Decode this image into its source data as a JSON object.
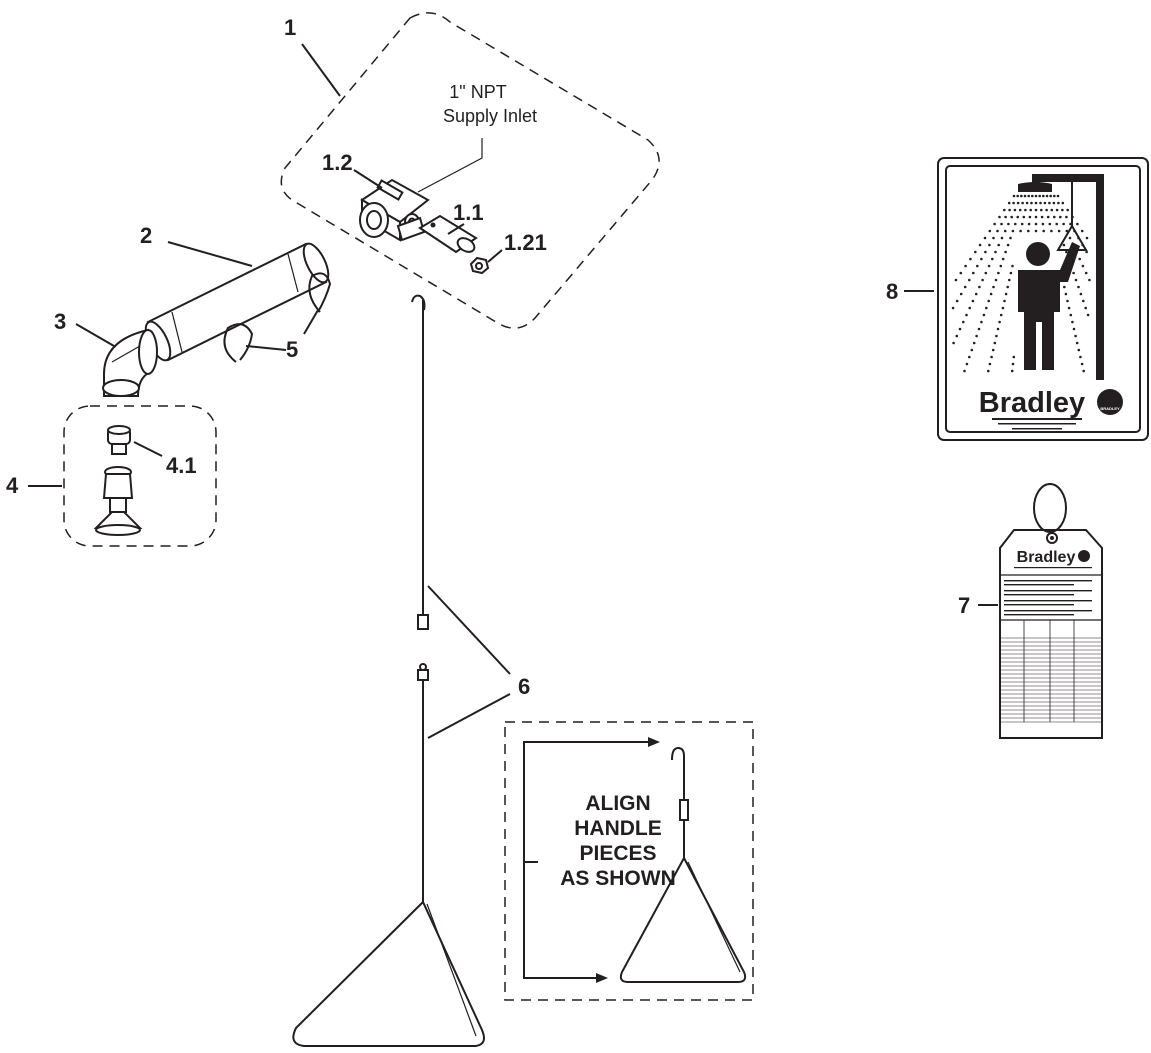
{
  "callouts": {
    "c1": "1",
    "c1_2": "1.2",
    "c1_1": "1.1",
    "c1_21": "1.21",
    "c2": "2",
    "c3": "3",
    "c4": "4",
    "c4_1": "4.1",
    "c5": "5",
    "c6": "6",
    "c7": "7",
    "c8": "8"
  },
  "inlet": {
    "line1": "1\" NPT",
    "line2": "Supply Inlet"
  },
  "align_note": [
    "ALIGN",
    "HANDLE",
    "PIECES",
    "AS SHOWN"
  ],
  "sign": {
    "brand": "Bradley",
    "seal": "BRADLEY"
  },
  "tag": {
    "brand": "Bradley"
  },
  "colors": {
    "ink": "#231f20",
    "background": "#ffffff"
  }
}
